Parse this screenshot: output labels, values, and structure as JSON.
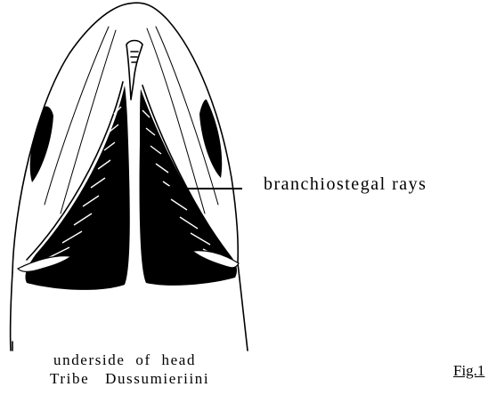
{
  "callout": {
    "label": "branchiostegal rays"
  },
  "caption": {
    "line1": "underside of head",
    "line2": "Tribe Dussumieriini"
  },
  "figure": {
    "label": "Fig.1"
  }
}
